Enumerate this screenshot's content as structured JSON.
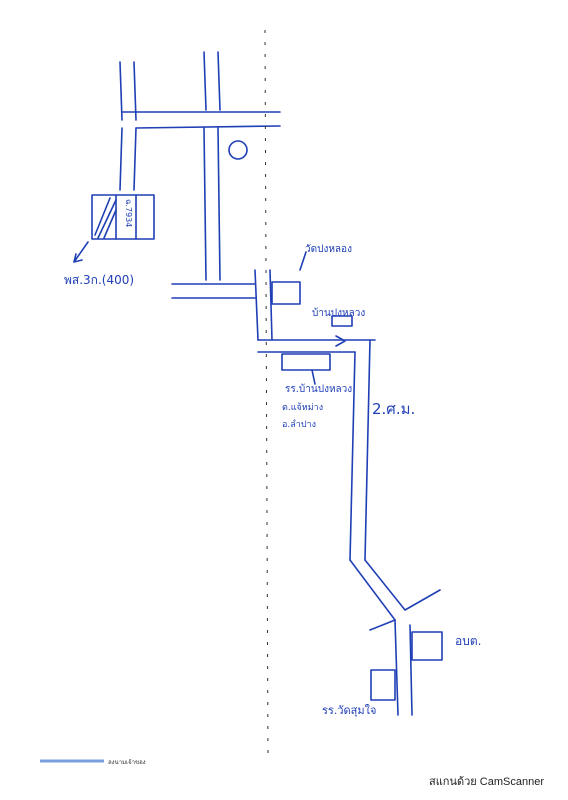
{
  "labels": {
    "plot_number": "ฉ.7934",
    "land_plot": "พส.3ก.(400)",
    "temple": "วัดปงหลอง",
    "village": "บ้านปงหลวง",
    "school_line1": "รร.บ้านปงหลวง",
    "school_line2": "ต.แจ้หม่าง",
    "school_line3": "อ.ลำปาง",
    "road": "2.ศ.ม.",
    "tao": "อบต.",
    "school_bottom": "รร.วัดสุมใจ",
    "footer_mark": "ลงนามเจ้าของ"
  },
  "footer": {
    "scanner": "สแกนด้วย CamScanner"
  },
  "colors": {
    "ink": "#1f3fb5",
    "paper": "#ffffff"
  }
}
